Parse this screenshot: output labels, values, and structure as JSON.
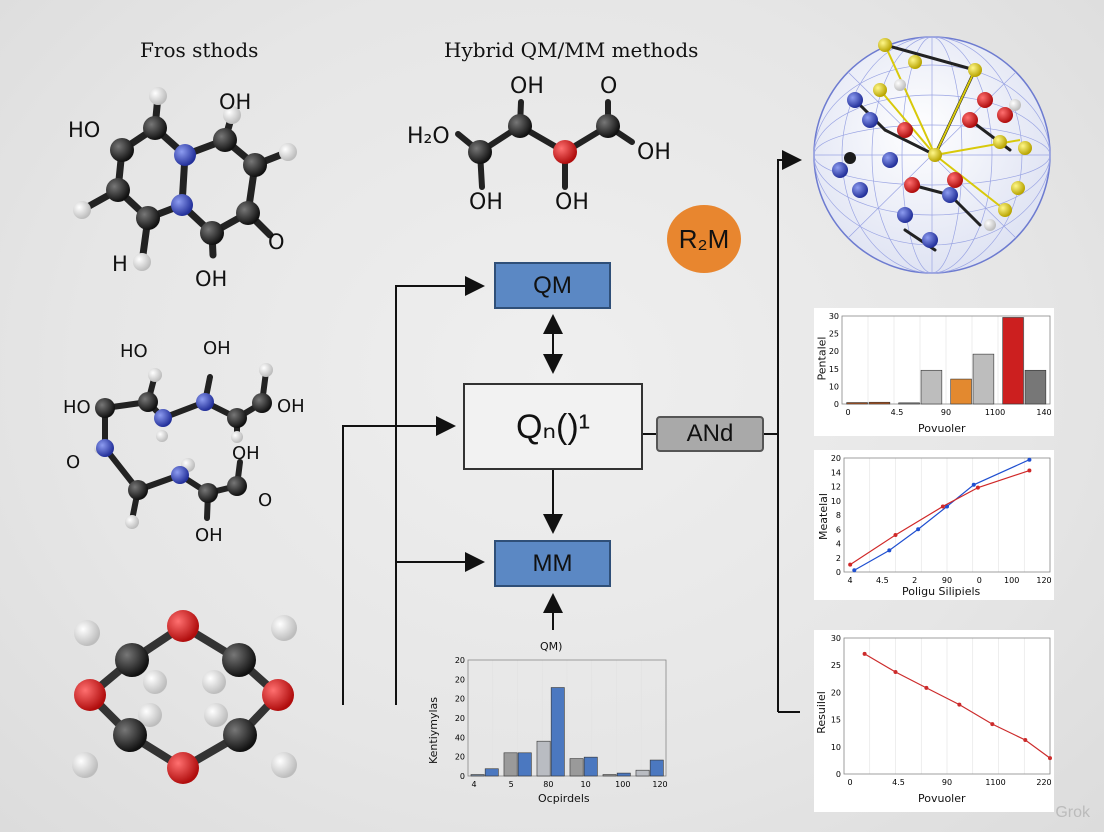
{
  "titles": {
    "left": "Fros sthods",
    "middle": "Hybrid QM/MM methods"
  },
  "molecule1": {
    "labels": [
      "HO",
      "OH",
      "H",
      "OH",
      "O"
    ]
  },
  "molecule2": {
    "labels": [
      "HO",
      "OH",
      "HO",
      "OH",
      "O",
      "OH",
      "O",
      "OH"
    ]
  },
  "center_molecule": {
    "labels": [
      "H₂O",
      "OH",
      "O",
      "OH",
      "OH",
      "OH"
    ]
  },
  "flow": {
    "qm_label": "QM",
    "center_label": "Qₙ()¹",
    "mm_label": "MM",
    "and_label": "ANd",
    "r2m_label": "R₂M"
  },
  "colors": {
    "qm_box": "#5b88c4",
    "r2m_circle": "#e8862f",
    "and_box": "#a9a9a9",
    "atom_carbon": "#222222",
    "atom_nitrogen": "#3b4fc4",
    "atom_oxygen": "#d01818",
    "atom_hydrogen": "#f4f4f4",
    "atom_sulfur": "#e3d61a"
  },
  "chart_data": [
    {
      "id": "bottom-center-bar",
      "type": "bar",
      "title": "QM)",
      "xlabel": "Ocpirdels",
      "ylabel": "Kentiymylas",
      "ylim": [
        0,
        80
      ],
      "yticks": [
        "0",
        "20",
        "40",
        "20",
        "20",
        "20",
        "20"
      ],
      "xticks": [
        "4",
        "5",
        "80",
        "10",
        "100",
        "120"
      ],
      "bars": [
        {
          "value": 1,
          "color": "#7c8fa8"
        },
        {
          "value": 5,
          "color": "#4b78c0"
        },
        {
          "value": 16,
          "color": "#9a9a9a"
        },
        {
          "value": 16,
          "color": "#4b78c0"
        },
        {
          "value": 24,
          "color": "#b9bcc2"
        },
        {
          "value": 61,
          "color": "#4b78c0"
        },
        {
          "value": 12,
          "color": "#9a9a9a"
        },
        {
          "value": 13,
          "color": "#4b78c0"
        },
        {
          "value": 1,
          "color": "#9a9a9a"
        },
        {
          "value": 2,
          "color": "#4b78c0"
        },
        {
          "value": 4,
          "color": "#b9bcc2"
        },
        {
          "value": 11,
          "color": "#4b78c0"
        }
      ]
    },
    {
      "id": "right-top-bar",
      "type": "bar",
      "xlabel": "Povuoler",
      "ylabel": "Pentalel",
      "ylim": [
        0,
        30
      ],
      "yticks": [
        "0",
        "10",
        "15",
        "20",
        "25",
        "30"
      ],
      "xticks": [
        "0",
        "4.5",
        "90",
        "1100",
        "140"
      ],
      "bars": [
        {
          "value": 0.5,
          "color": "#b5541e"
        },
        {
          "value": 0.6,
          "color": "#b5541e"
        },
        {
          "value": 0.4,
          "color": "#888888"
        },
        {
          "value": 11.5,
          "color": "#bdbdbd"
        },
        {
          "value": 8.5,
          "color": "#e3892f"
        },
        {
          "value": 17,
          "color": "#bdbdbd"
        },
        {
          "value": 29.5,
          "color": "#cc1f1f"
        },
        {
          "value": 11.5,
          "color": "#777777"
        }
      ]
    },
    {
      "id": "right-middle-line",
      "type": "line",
      "xlabel": "Poligu Silipiels",
      "ylabel": "Meatelal",
      "ylim": [
        0,
        20
      ],
      "yticks": [
        "0",
        "2",
        "4",
        "6",
        "8",
        "10",
        "12",
        "14",
        "20"
      ],
      "xticks": [
        "4",
        "4.5",
        "2",
        "90",
        "0",
        "100",
        "120"
      ],
      "series": [
        {
          "color": "#1f4fd0",
          "points": [
            [
              0.05,
              0.3
            ],
            [
              0.22,
              3.8
            ],
            [
              0.36,
              7.5
            ],
            [
              0.5,
              11.5
            ],
            [
              0.63,
              15.3
            ],
            [
              0.9,
              19.7
            ]
          ]
        },
        {
          "color": "#d02828",
          "points": [
            [
              0.03,
              1.3
            ],
            [
              0.25,
              6.5
            ],
            [
              0.48,
              11.5
            ],
            [
              0.65,
              14.8
            ],
            [
              0.9,
              17.8
            ]
          ]
        }
      ]
    },
    {
      "id": "right-bottom-line",
      "type": "line",
      "xlabel": "Povuoler",
      "ylabel": "Resuilel",
      "ylim": [
        0,
        30
      ],
      "yticks": [
        "0",
        "10",
        "15",
        "20",
        "25",
        "30"
      ],
      "xticks": [
        "0",
        "4.5",
        "90",
        "1100",
        "220"
      ],
      "series": [
        {
          "color": "#cc2b2b",
          "points": [
            [
              0.1,
              26.5
            ],
            [
              0.25,
              22.5
            ],
            [
              0.4,
              19
            ],
            [
              0.56,
              15.3
            ],
            [
              0.72,
              11
            ],
            [
              0.88,
              7.5
            ],
            [
              1.0,
              3.5
            ]
          ]
        }
      ]
    }
  ],
  "watermark": "Grok"
}
